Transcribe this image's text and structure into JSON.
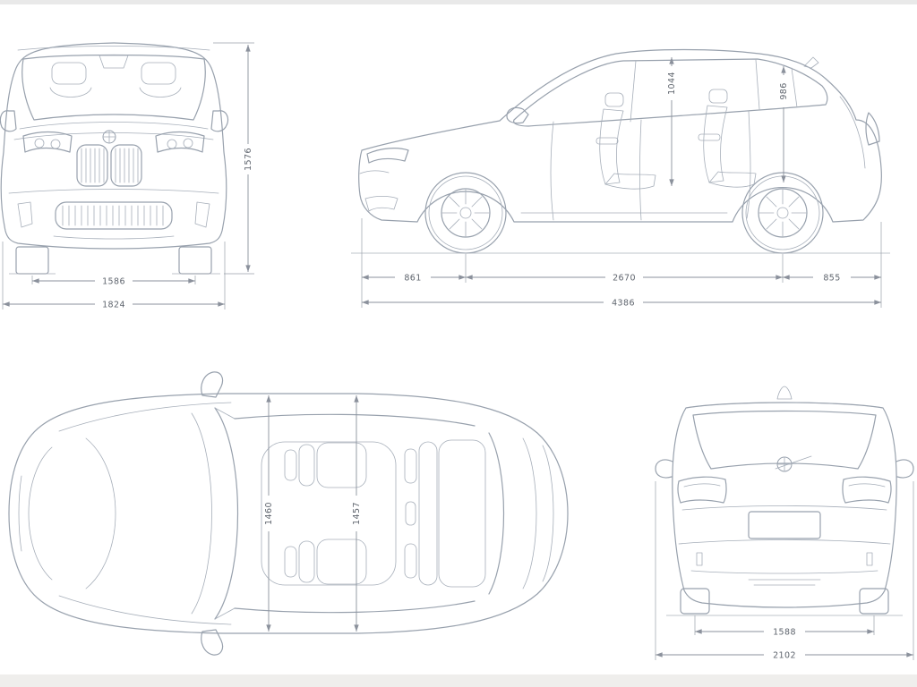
{
  "document": {
    "kind": "vehicle dimensions blueprint",
    "views_present": [
      "front",
      "side",
      "top",
      "rear"
    ]
  },
  "views": {
    "front": {
      "height": "1576",
      "track": "1586",
      "width": "1824"
    },
    "side": {
      "front_overhang": "861",
      "wheelbase": "2670",
      "rear_overhang": "855",
      "length": "4386",
      "interior_front": "1044",
      "interior_rear": "986"
    },
    "top": {
      "front_interior_width": "1460",
      "rear_interior_width": "1457"
    },
    "rear": {
      "track": "1588",
      "width_mirrors": "2102"
    }
  },
  "icons": {
    "brand_roundel": "circle-badge"
  },
  "colors": {
    "background": "#ffffff",
    "car_line": "#98a1ad",
    "dimension_line": "#8b919c",
    "label_text": "#5f656e",
    "edge_band": "#e9e9e9"
  }
}
